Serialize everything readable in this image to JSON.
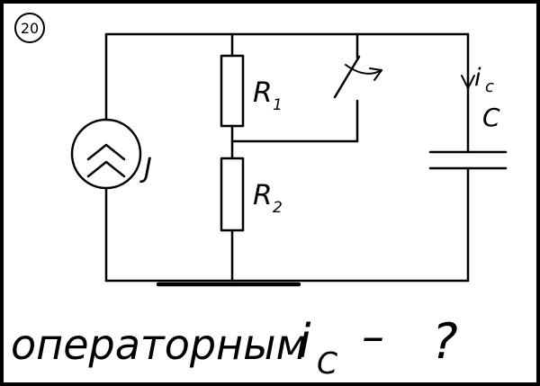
{
  "figure_number": "20",
  "colors": {
    "ink": "#000000",
    "paper": "#ffffff"
  },
  "circuit": {
    "source_label": "J",
    "r1": {
      "base": "R",
      "sub": "1"
    },
    "r2": {
      "base": "R",
      "sub": "2"
    },
    "cap_current": {
      "base": "i",
      "sub": "c"
    },
    "cap_label": "C"
  },
  "question": {
    "word": "операторным",
    "sym_base": "i",
    "sym_sub": "C",
    "dash": "–",
    "qmark": "?"
  }
}
